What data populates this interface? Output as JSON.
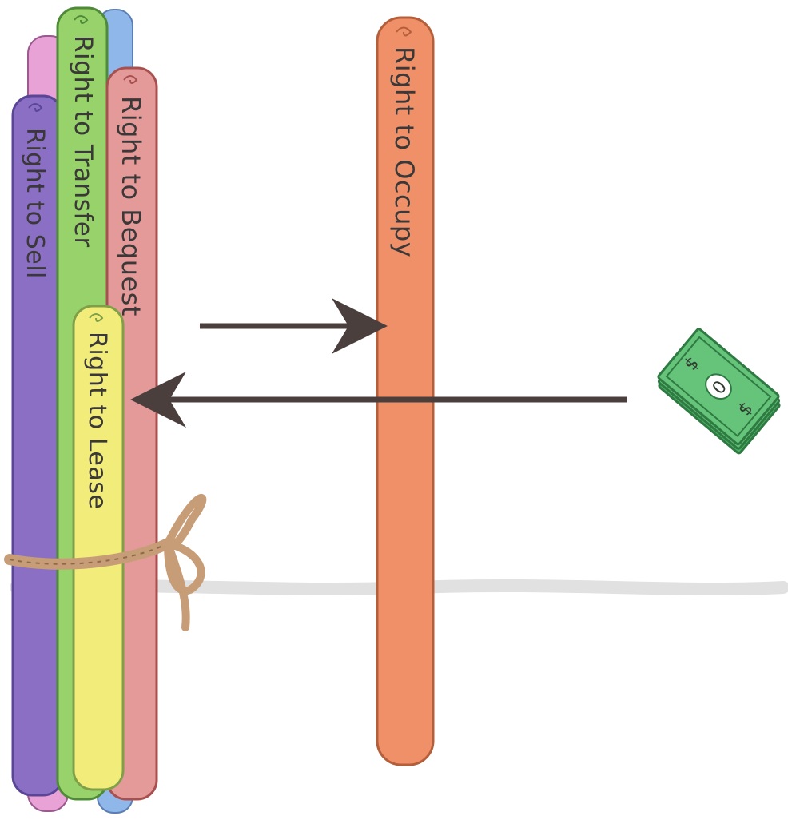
{
  "bundle": {
    "rods": [
      {
        "label": "Right to Sell",
        "color": "#8a6fc4"
      },
      {
        "label": "Right to Transfer",
        "color": "#97d36a"
      },
      {
        "label": "Right to Bequest",
        "color": "#e59a9a"
      },
      {
        "label": "Right to Lease",
        "color": "#f2ec7a"
      }
    ],
    "rope_color": "#c79d78"
  },
  "single_rod": {
    "label": "Right to Occupy",
    "color": "#ef9068"
  },
  "money": {
    "symbol": "$",
    "digit": "0",
    "color": "#66c37a"
  },
  "arrows": {
    "color": "#4a3f3d"
  }
}
